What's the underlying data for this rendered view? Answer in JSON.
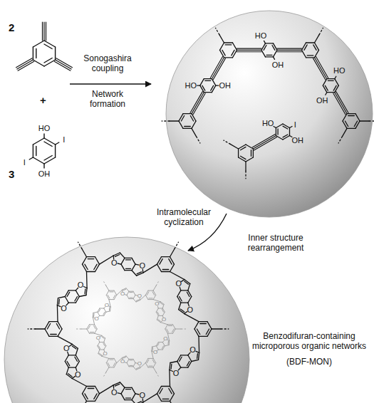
{
  "diagram": {
    "labels": [
      "2",
      "+",
      "3",
      "HO",
      "I",
      "I",
      "OH",
      "Sonogashira coupling",
      "Network formation",
      "HO",
      "OH",
      "HO",
      "I",
      "OH",
      "HO",
      "OH",
      "HO",
      "OH",
      "Intramolecular cyclization",
      "Inner structure rearrangement",
      "Benzodifuran-containing microporous organic networks",
      "(BDF-MON)",
      "O",
      "O",
      "O",
      "O",
      "O",
      "O",
      "O",
      "O",
      "O",
      "O",
      "O",
      "O",
      "O",
      "O",
      "O",
      "O",
      "O",
      "O",
      "O",
      "O",
      "O",
      "O",
      "O",
      "O"
    ]
  }
}
